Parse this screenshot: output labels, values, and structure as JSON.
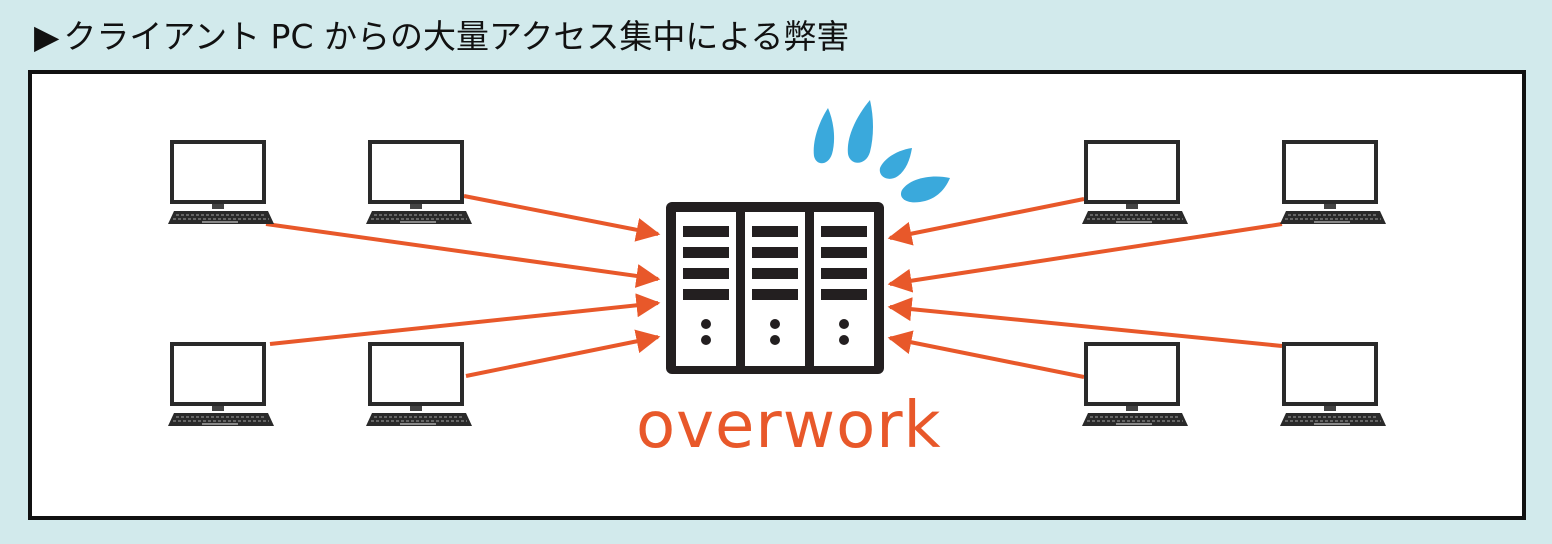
{
  "title": "クライアント PC からの大量アクセス集中による弊害",
  "title_marker": "▶",
  "server_label": "overwork",
  "colors": {
    "background": "#d2eaec",
    "arrow": "#e8582a",
    "server": "#231f20",
    "drops": "#3aa9dc"
  },
  "icons": {
    "client": "desktop-pc-icon",
    "server": "server-rack-icon",
    "sweat": "sweat-drops-icon"
  },
  "client_count": 8
}
